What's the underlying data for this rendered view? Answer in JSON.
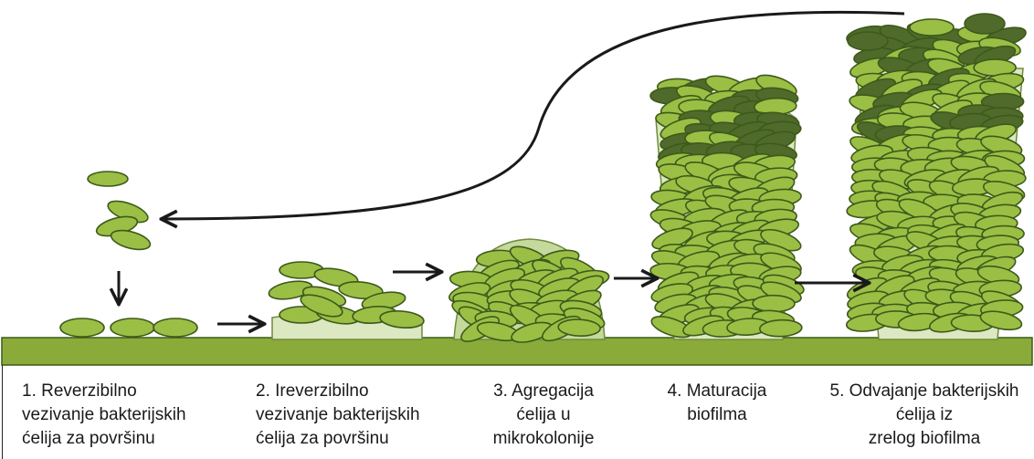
{
  "colors": {
    "surface": "#8aab3a",
    "cell_light": "#9bbf45",
    "cell_dark": "#4f6a2a",
    "cell_outline": "#3d5a1a",
    "matrix_fill": "#dbe8c2",
    "arrow": "#1a1a1a"
  },
  "stages": [
    {
      "id": "stage-1",
      "label": "1. Reverzibilno\nvezivanje bakterijskih\nćelija za površinu"
    },
    {
      "id": "stage-2",
      "label": "2. Ireverzibilno\nvezivanje bakterijskih\nćelija za površinu"
    },
    {
      "id": "stage-3",
      "label": "3. Agregacija\nćelija u\nmikrokolonije"
    },
    {
      "id": "stage-4",
      "label": "4. Maturacija\nbiofilma"
    },
    {
      "id": "stage-5",
      "label": "5. Odvajanje bakterijskih\nćelija iz\nzrelog biofilma"
    }
  ]
}
